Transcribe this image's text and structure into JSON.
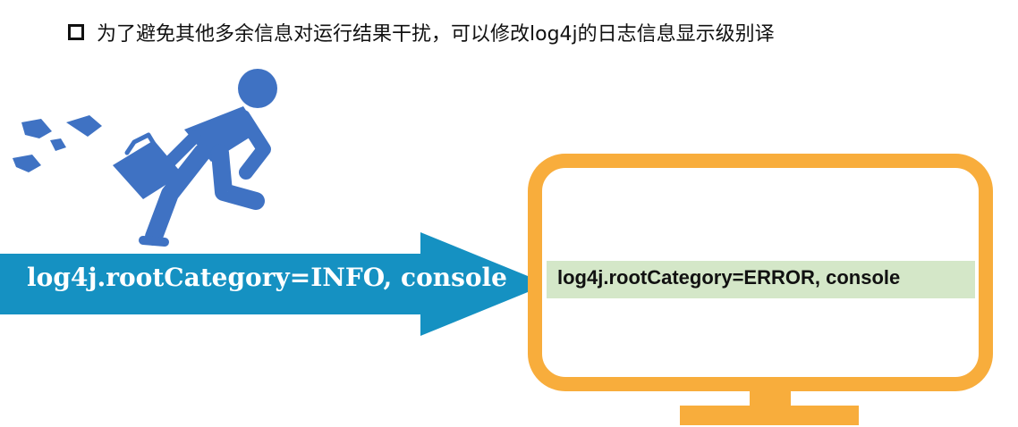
{
  "heading": {
    "text": "为了避免其他多余信息对运行结果干扰，可以修改log4j的日志信息显示级别译",
    "bullet_icon": "hollow-square-bullet-icon"
  },
  "illustration": {
    "runner_icon": "running-businessman-icon",
    "runner_color": "#3f72c3",
    "arrow_color": "#1591c2",
    "arrow_label": "log4j.rootCategory=INFO, console",
    "monitor_icon": "monitor-icon",
    "monitor_color": "#f8ad3c",
    "screen_highlight_color": "#d4e7c8",
    "screen_label": "log4j.rootCategory=ERROR, console"
  }
}
